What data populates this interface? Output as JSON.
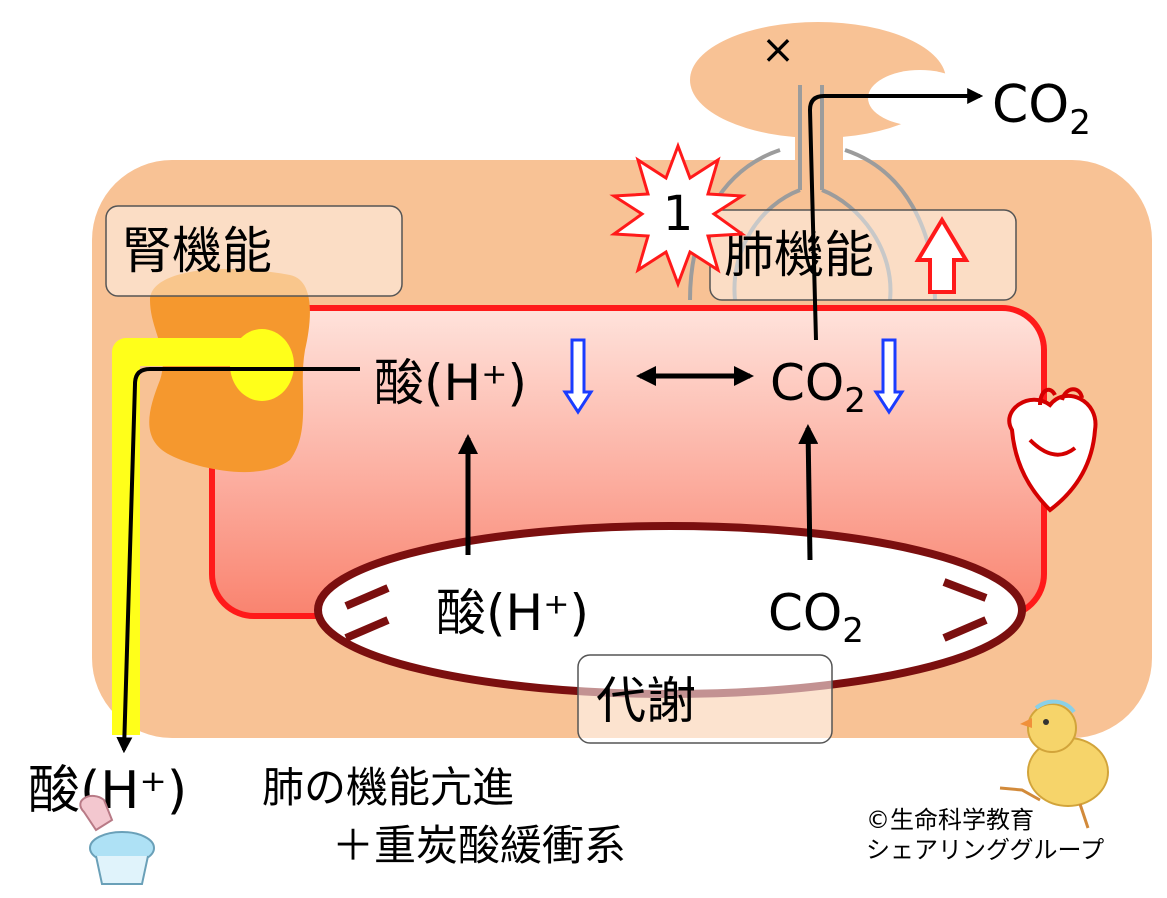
{
  "labels": {
    "kidney_function": "腎機能",
    "lung_function": "肺機能",
    "acid_blood": "酸(H⁺)",
    "co2_blood": "CO",
    "co2_blood_sub": "2",
    "acid_metabolism": "酸(H⁺)",
    "co2_metabolism": "CO",
    "co2_metabolism_sub": "2",
    "metabolism": "代謝",
    "co2_exhaled": "CO",
    "co2_exhaled_sub": "2",
    "acid_excreted": "酸(H⁺)",
    "caption_line1": "肺の機能亢進",
    "caption_line2": "＋重炭酸緩衝系",
    "burst_number": "1",
    "mouth_mark": "×",
    "copyright_line1": "©生命科学教育",
    "copyright_line2": "シェアリンググループ"
  },
  "colors": {
    "body": "#f8c295",
    "blood_top": "#ffd9cf",
    "blood_bottom": "#f98b7c",
    "blood_border": "#ff1a1a",
    "metabolism_border": "#7b0f0f",
    "kidney": "#f5982e",
    "urine": "#ffff1a",
    "down_arrow": "#1a3cff",
    "up_arrow": "#ff1a1a"
  }
}
